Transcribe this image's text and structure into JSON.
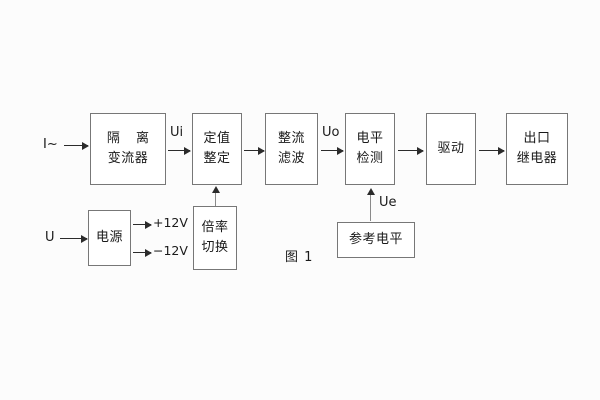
{
  "figure": {
    "caption": "图 1",
    "background_color": "#fcfcfc",
    "box_border_color": "#777777",
    "line_color": "#2b2b2b"
  },
  "inputs": [
    {
      "id": "current-input",
      "label": "I~"
    },
    {
      "id": "voltage-input",
      "label": "U"
    }
  ],
  "blocks": [
    {
      "id": "isolation-transformer",
      "line1": "隔 离",
      "line2": "变流器"
    },
    {
      "id": "setting-adjustment",
      "line1": "定值",
      "line2": "整定"
    },
    {
      "id": "rectify-filter",
      "line1": "整流",
      "line2": "滤波"
    },
    {
      "id": "level-detection",
      "line1": "电平",
      "line2": "检测"
    },
    {
      "id": "driver",
      "line1": "驱动",
      "line2": ""
    },
    {
      "id": "output-relay",
      "line1": "出口",
      "line2": "继电器"
    },
    {
      "id": "power-supply",
      "line1": "电源",
      "line2": ""
    },
    {
      "id": "multiplier-switch",
      "line1": "倍率",
      "line2": "切换"
    },
    {
      "id": "reference-level",
      "line1": "参考电平",
      "line2": ""
    }
  ],
  "signal_labels": [
    {
      "id": "ui",
      "label": "Ui"
    },
    {
      "id": "uo",
      "label": "Uo"
    },
    {
      "id": "ue",
      "label": "Ue"
    }
  ],
  "power_rails": [
    {
      "id": "rail-positive",
      "label": "+12V"
    },
    {
      "id": "rail-negative",
      "label": "−12V"
    }
  ]
}
